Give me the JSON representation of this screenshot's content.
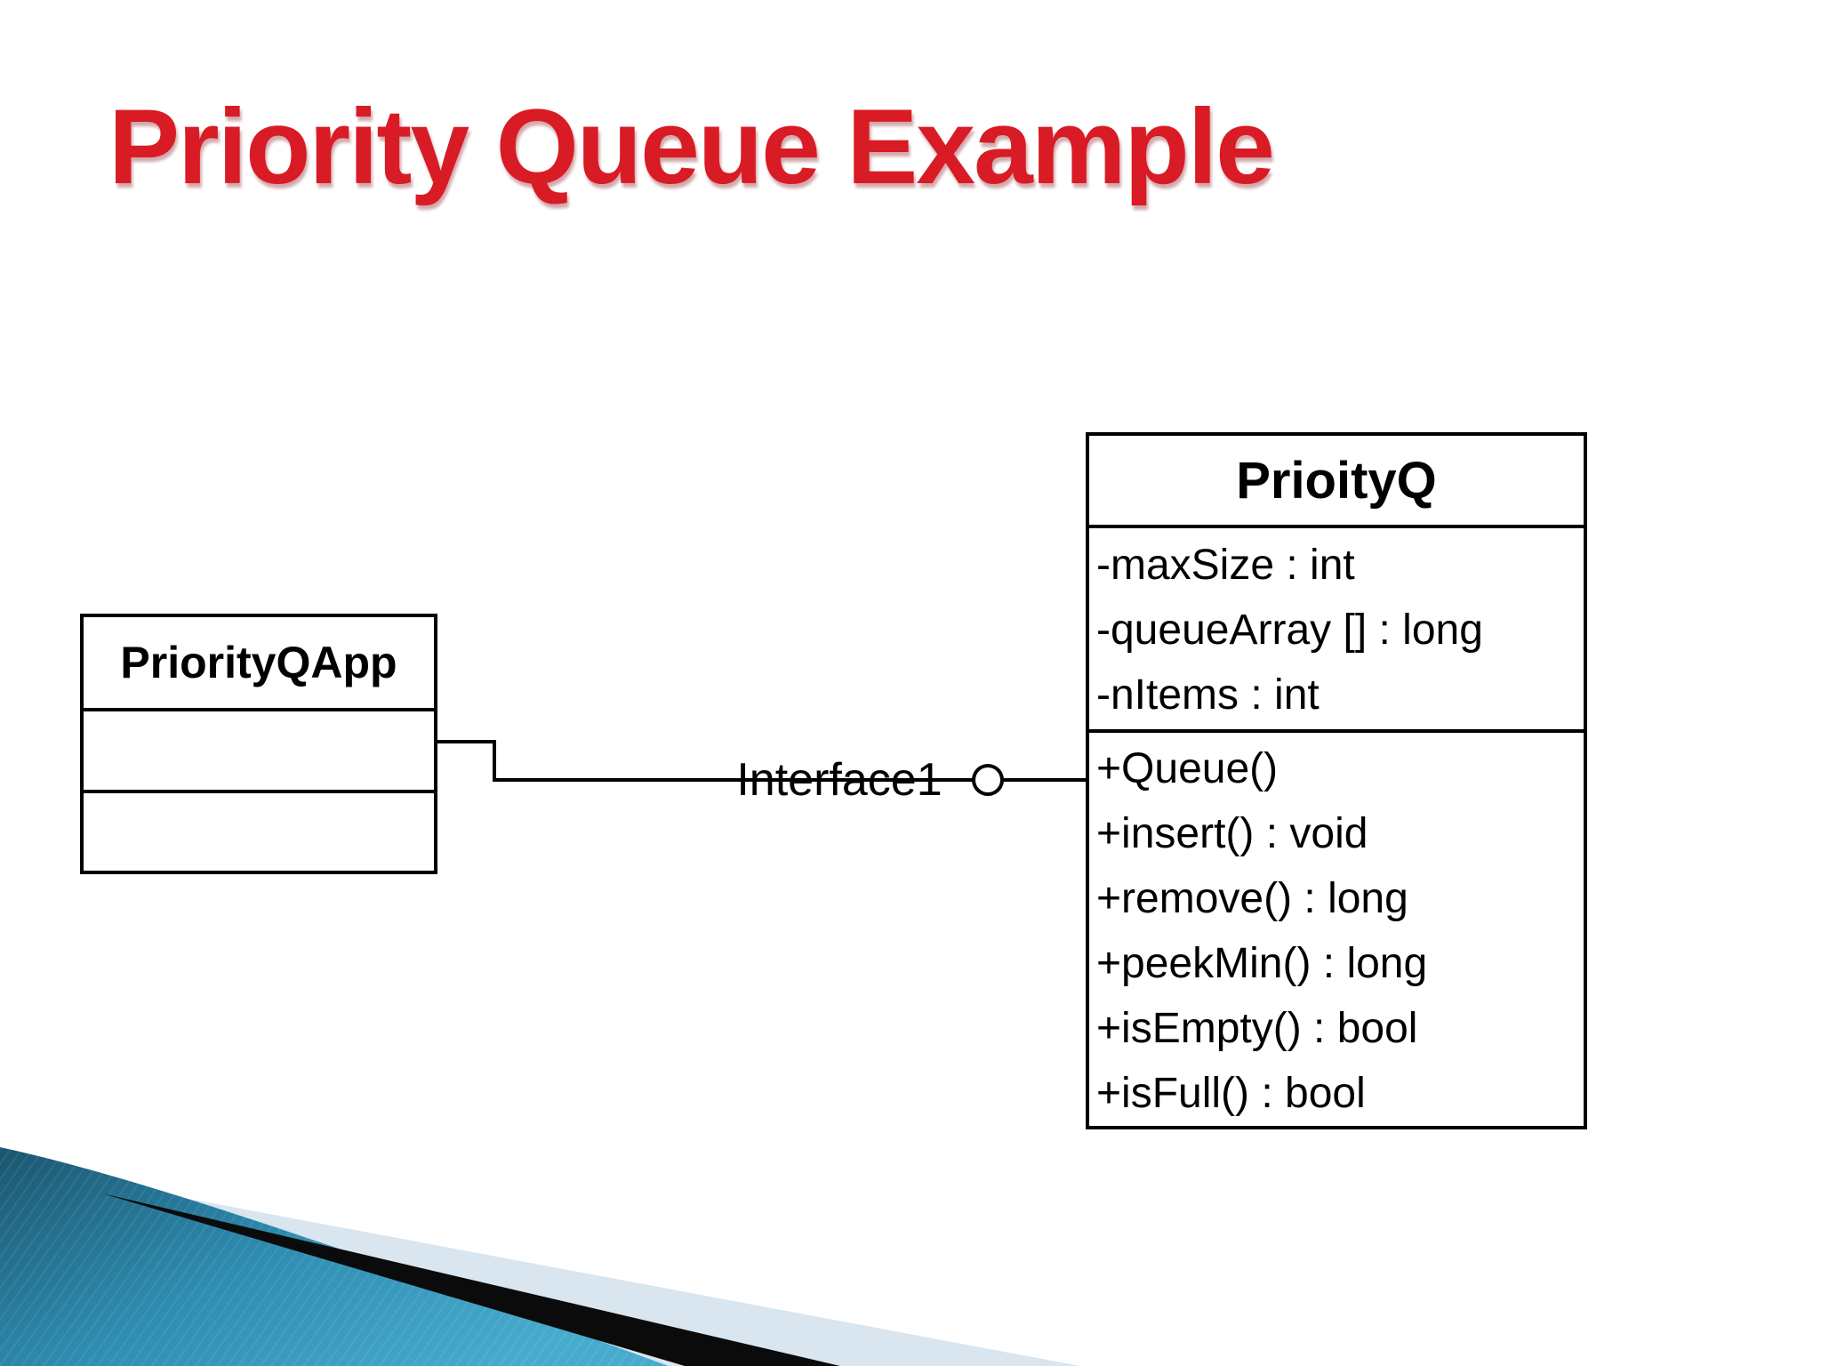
{
  "slide": {
    "title": "Priority Queue Example",
    "colors": {
      "title_red": "#d81b24",
      "diagram_line": "#000000",
      "teal_dark": "#1b566f",
      "teal_mid": "#2e8cb0",
      "teal_light": "#47abce",
      "band_black": "#0b0b0b",
      "band_gray": "#d9e6ef"
    }
  },
  "diagram": {
    "left_class": {
      "name": "PriorityQApp"
    },
    "right_class": {
      "name": "PrioityQ",
      "attributes": [
        "-maxSize : int",
        "-queueArray [] : long",
        "-nItems : int"
      ],
      "methods": [
        "+Queue()",
        "+insert() : void",
        "+remove() : long",
        "+peekMin() : long",
        "+isEmpty() : bool",
        "+isFull() : bool"
      ]
    },
    "connector": {
      "label": "Interface1"
    }
  }
}
